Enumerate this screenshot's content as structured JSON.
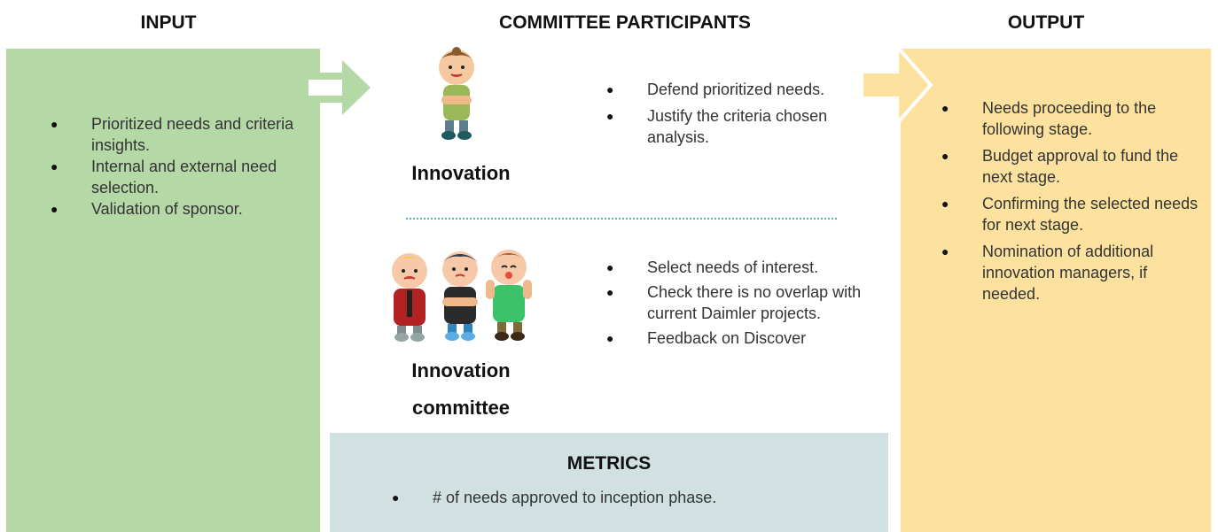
{
  "headers": {
    "input": "INPUT",
    "committee": "COMMITTEE PARTICIPANTS",
    "output": "OUTPUT"
  },
  "input": {
    "items": [
      "Prioritized needs and criteria insights.",
      "Internal and external need selection.",
      "Validation of sponsor."
    ]
  },
  "innovation": {
    "label": "Innovation",
    "items": [
      "Defend prioritized needs.",
      "Justify the criteria chosen analysis."
    ]
  },
  "committee": {
    "label_line1": "Innovation",
    "label_line2": "committee",
    "items": [
      "Select needs of interest.",
      "Check there is no overlap with current Daimler projects.",
      "Feedback on Discover"
    ]
  },
  "metrics": {
    "title": "METRICS",
    "items": [
      "# of needs approved to inception phase."
    ]
  },
  "output": {
    "items": [
      "Needs proceeding to the following stage.",
      "Budget approval to fund the next stage.",
      "Confirming the selected needs for next stage.",
      "Nomination of additional innovation managers, if needed."
    ]
  },
  "colors": {
    "input_panel": "#b5d8a7",
    "output_panel": "#fce29e",
    "metrics_panel": "#d1e1e1",
    "divider": "#4fb3b3"
  }
}
